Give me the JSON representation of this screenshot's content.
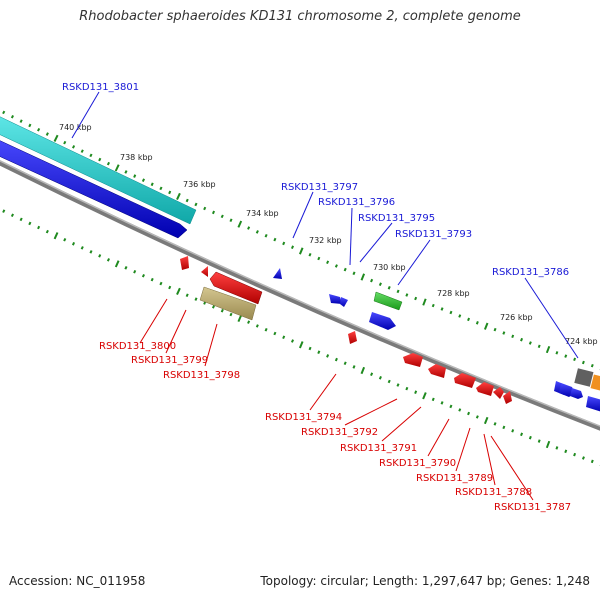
{
  "title": "Rhodobacter sphaeroides KD131 chromosome 2, complete genome",
  "footer": {
    "accession": "Accession: NC_011958",
    "summary": "Topology: circular; Length: 1,297,647 bp; Genes: 1,248"
  },
  "colors": {
    "backbone": "#8a8a8a",
    "tick": "#1f8a1f",
    "forward_gene": "#1a1ad6",
    "reverse_gene": "#e00000",
    "forward_label": "#1a1ad6",
    "reverse_label": "#d80000",
    "cyan_track": "#1fc8c8",
    "olive_gene": "#b8a868",
    "green_gene": "#33bb33",
    "gray_gene": "#666666",
    "orange_gene": "#f09020"
  },
  "scale_labels": [
    "740 kbp",
    "738 kbp",
    "736 kbp",
    "734 kbp",
    "732 kbp",
    "730 kbp",
    "728 kbp",
    "726 kbp",
    "724 kbp"
  ],
  "forward_genes": [
    "RSKD131_3801",
    "RSKD131_3797",
    "RSKD131_3796",
    "RSKD131_3795",
    "RSKD131_3793",
    "RSKD131_3786"
  ],
  "reverse_genes": [
    "RSKD131_3800",
    "RSKD131_3799",
    "RSKD131_3798",
    "RSKD131_3794",
    "RSKD131_3792",
    "RSKD131_3791",
    "RSKD131_3790",
    "RSKD131_3789",
    "RSKD131_3788",
    "RSKD131_3787"
  ]
}
